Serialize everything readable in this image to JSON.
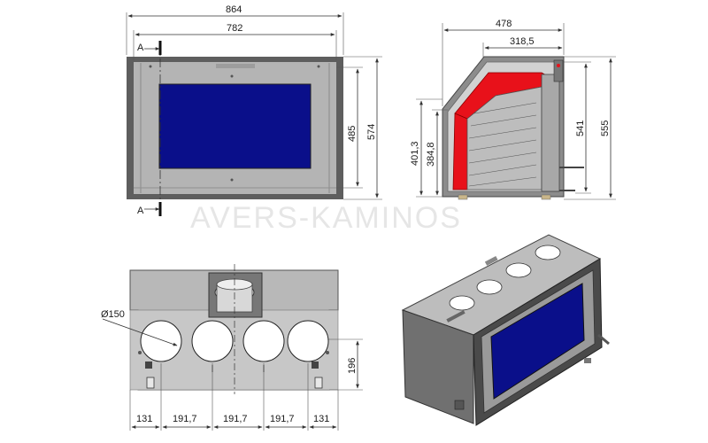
{
  "front_view": {
    "width_outer": "864",
    "width_inner": "782",
    "height_outer": "574",
    "height_inner": "485",
    "section_label_top": "A",
    "section_label_bottom": "A"
  },
  "side_view": {
    "depth_outer": "478",
    "depth_inner": "318,5",
    "height_left_outer": "401,3",
    "height_left_inner": "384,8",
    "height_right_inner": "541",
    "height_right_outer": "555"
  },
  "top_view": {
    "hole_diameter": "Ø150",
    "spacing": [
      "131",
      "191,7",
      "191,7",
      "191,7",
      "131"
    ],
    "depth": "196"
  },
  "watermark": "AVERS-KAMINOS",
  "colors": {
    "glass": "#0a0f8a",
    "body": "#b4b4b4",
    "frame_dark": "#5a5a5a",
    "firebox_red": "#e8111a",
    "dimension_line": "#333333"
  }
}
